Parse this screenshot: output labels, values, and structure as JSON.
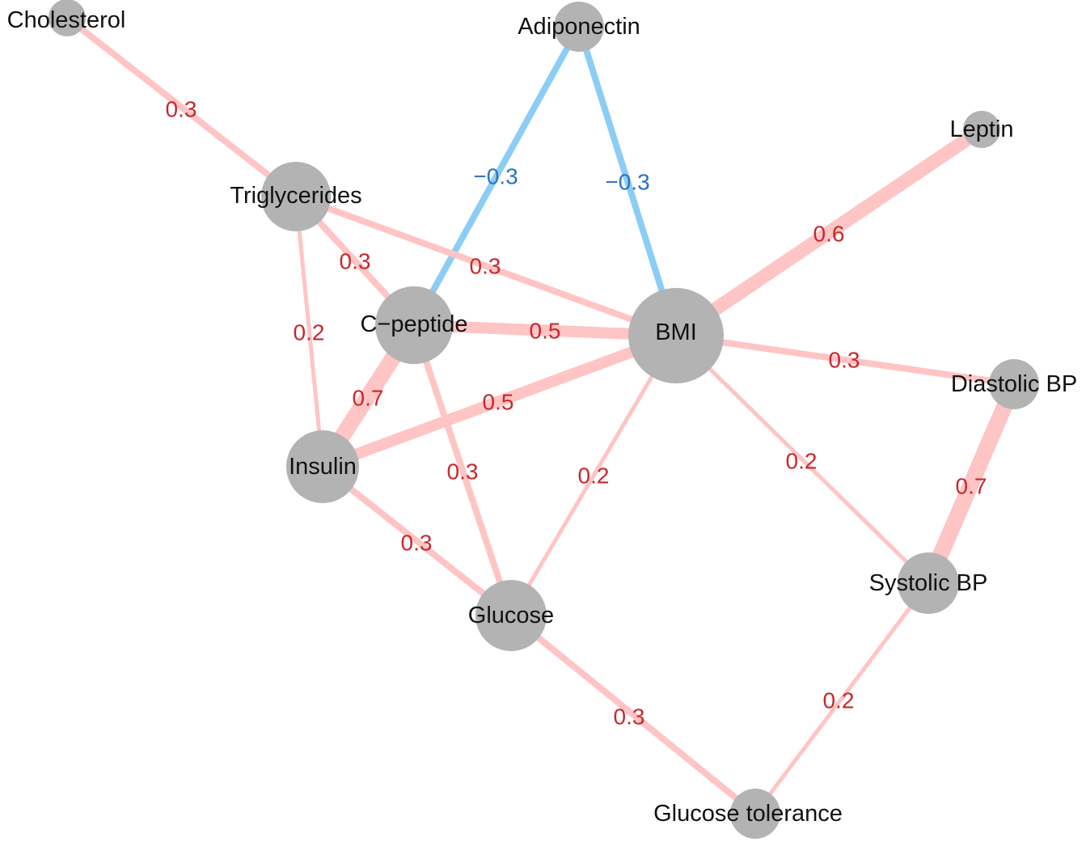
{
  "diagram": {
    "colors": {
      "node": "#b3b3b3",
      "positive_edge": "#ffc4c4",
      "negative_edge": "#8ccdf6",
      "positive_label": "#c8282d",
      "negative_label": "#2a73c4",
      "node_label": "#111111"
    },
    "nodes": [
      {
        "id": "cholesterol",
        "label": "Cholesterol"
      },
      {
        "id": "adiponectin",
        "label": "Adiponectin"
      },
      {
        "id": "leptin",
        "label": "Leptin"
      },
      {
        "id": "triglycerides",
        "label": "Triglycerides"
      },
      {
        "id": "c_peptide",
        "label": "C−peptide"
      },
      {
        "id": "bmi",
        "label": "BMI"
      },
      {
        "id": "diastolic_bp",
        "label": "Diastolic BP"
      },
      {
        "id": "insulin",
        "label": "Insulin"
      },
      {
        "id": "systolic_bp",
        "label": "Systolic BP"
      },
      {
        "id": "glucose",
        "label": "Glucose"
      },
      {
        "id": "glucose_tolerance",
        "label": "Glucose tolerance"
      }
    ],
    "edges": [
      {
        "source": "cholesterol",
        "target": "triglycerides",
        "value": 0.3,
        "label": "0.3"
      },
      {
        "source": "adiponectin",
        "target": "c_peptide",
        "value": -0.3,
        "label": "−0.3"
      },
      {
        "source": "adiponectin",
        "target": "bmi",
        "value": -0.3,
        "label": "−0.3"
      },
      {
        "source": "leptin",
        "target": "bmi",
        "value": 0.6,
        "label": "0.6"
      },
      {
        "source": "triglycerides",
        "target": "c_peptide",
        "value": 0.3,
        "label": "0.3"
      },
      {
        "source": "triglycerides",
        "target": "bmi",
        "value": 0.3,
        "label": "0.3"
      },
      {
        "source": "triglycerides",
        "target": "insulin",
        "value": 0.2,
        "label": "0.2"
      },
      {
        "source": "c_peptide",
        "target": "bmi",
        "value": 0.5,
        "label": "0.5"
      },
      {
        "source": "c_peptide",
        "target": "insulin",
        "value": 0.7,
        "label": "0.7"
      },
      {
        "source": "c_peptide",
        "target": "glucose",
        "value": 0.3,
        "label": "0.3"
      },
      {
        "source": "insulin",
        "target": "bmi",
        "value": 0.5,
        "label": "0.5"
      },
      {
        "source": "insulin",
        "target": "glucose",
        "value": 0.3,
        "label": "0.3"
      },
      {
        "source": "bmi",
        "target": "glucose",
        "value": 0.2,
        "label": "0.2"
      },
      {
        "source": "bmi",
        "target": "diastolic_bp",
        "value": 0.3,
        "label": "0.3"
      },
      {
        "source": "bmi",
        "target": "systolic_bp",
        "value": 0.2,
        "label": "0.2"
      },
      {
        "source": "diastolic_bp",
        "target": "systolic_bp",
        "value": 0.7,
        "label": "0.7"
      },
      {
        "source": "glucose",
        "target": "glucose_tolerance",
        "value": 0.3,
        "label": "0.3"
      },
      {
        "source": "systolic_bp",
        "target": "glucose_tolerance",
        "value": 0.2,
        "label": "0.2"
      }
    ]
  }
}
